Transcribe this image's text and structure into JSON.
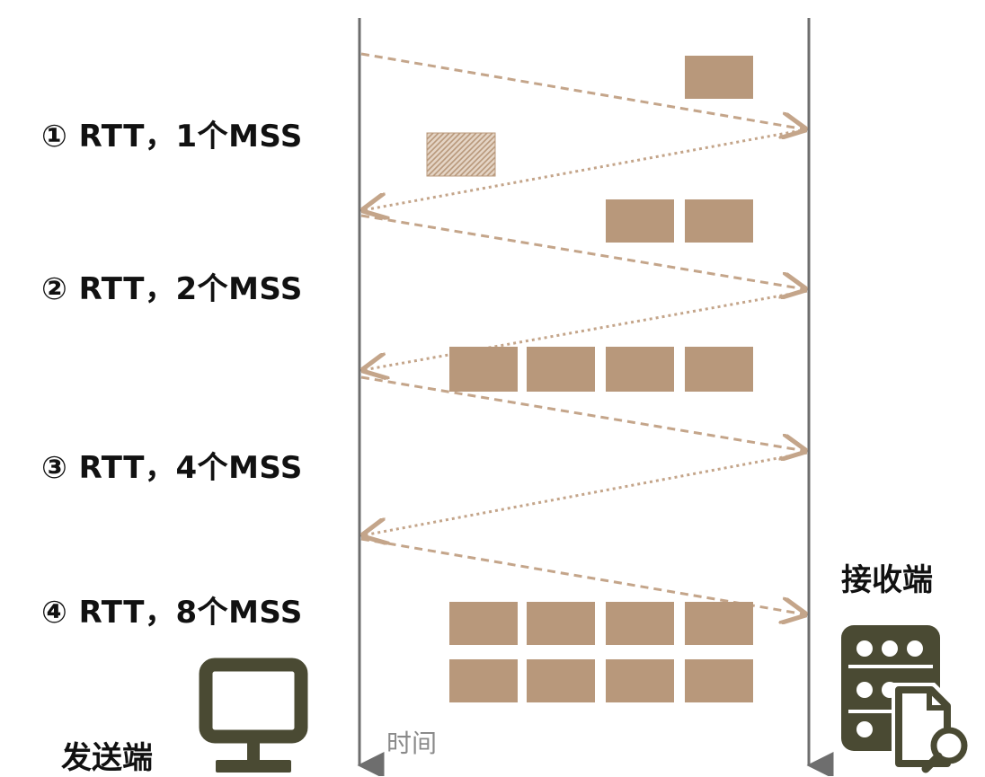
{
  "steps": [
    {
      "label": "① RTT，1个MSS"
    },
    {
      "label": "② RTT，2个MSS"
    },
    {
      "label": "③ RTT，4个MSS"
    },
    {
      "label": "④ RTT，8个MSS"
    }
  ],
  "sender": {
    "label": "发送端",
    "icon": "monitor-icon"
  },
  "receiver": {
    "label": "接收端",
    "icon": "server-document-icon"
  },
  "time_axis": {
    "label": "时间"
  },
  "colors": {
    "segment": "#b8987b",
    "arrow": "#c4a58a",
    "timeline": "#6e6e6e",
    "icon": "#4a4a33"
  }
}
